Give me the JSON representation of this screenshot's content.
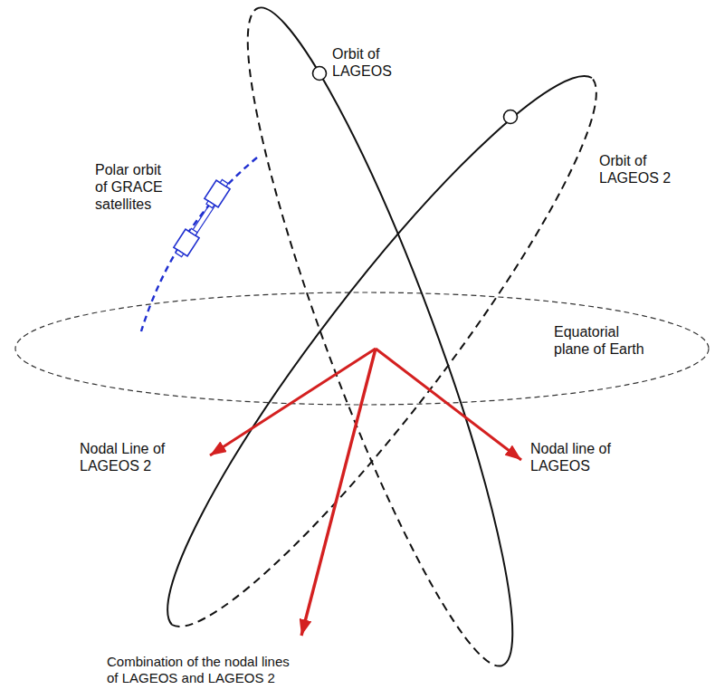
{
  "diagram": {
    "labels": [
      "Orbit of LAGEOS",
      "Orbit of LAGEOS 2",
      "Polar orbit of GRACE satellites",
      "Equatorial plane of Earth",
      "Nodal Line of LAGEOS 2",
      "Nodal line of LAGEOS",
      "Combination of the nodal lines of LAGEOS and LAGEOS 2"
    ]
  }
}
